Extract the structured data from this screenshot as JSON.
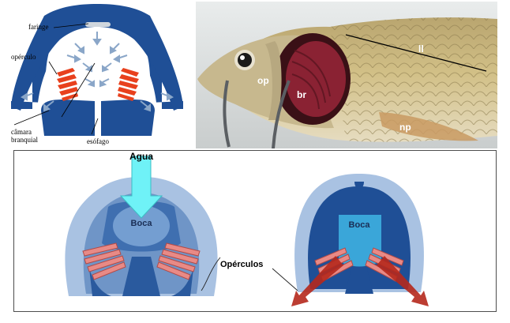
{
  "top_diagram": {
    "labels": {
      "faringe": "faringe",
      "operculo": "opérculo",
      "camara_line1": "câmara",
      "camara_line2": "branquial",
      "esofago": "esófago"
    }
  },
  "photo": {
    "labels": {
      "op": "op",
      "br": "br",
      "ll": "ll",
      "np": "np"
    }
  },
  "bottom_diagram": {
    "labels": {
      "agua": "Agua",
      "boca_left": "Boca",
      "boca_right": "Boca",
      "operculos": "Opérculos"
    }
  },
  "colors": {
    "dark_blue": "#1f4f96",
    "mid_blue": "#6f95c7",
    "light_blue": "#a9c2e2",
    "gill_red": "#e8401d",
    "gill_pink": "#e88a86",
    "water_cyan": "#6ff2f7",
    "outflow_red": "#b5281c",
    "boca_blue": "#3aa6d9"
  }
}
